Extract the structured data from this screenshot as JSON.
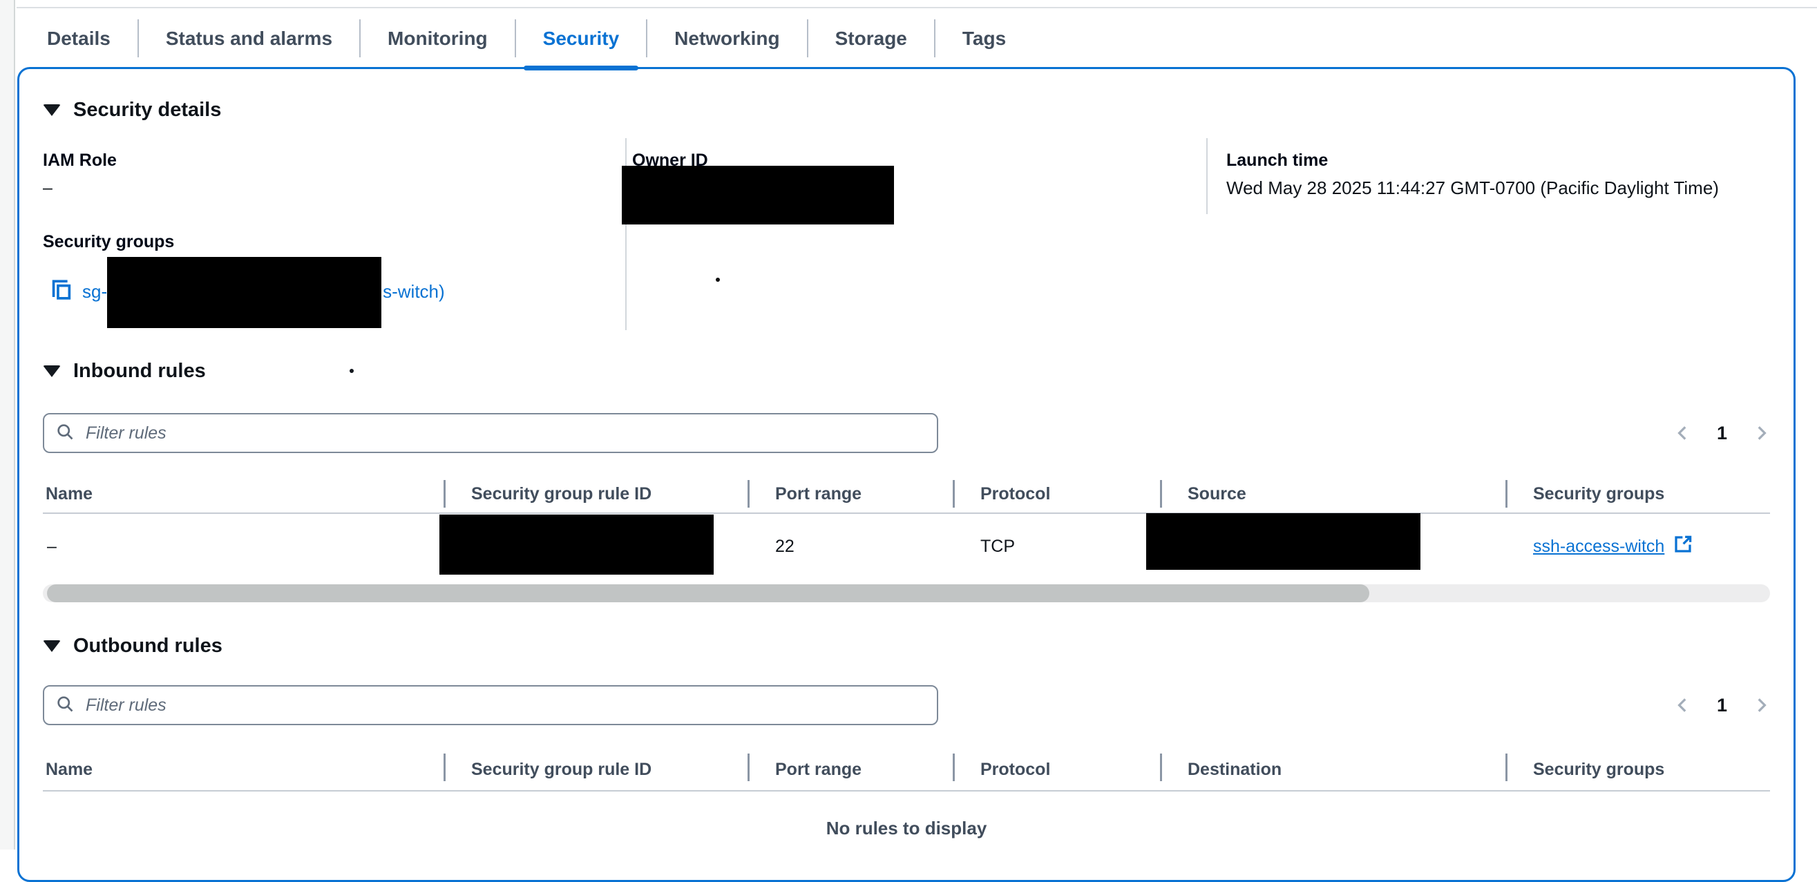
{
  "tabs": [
    {
      "label": "Details"
    },
    {
      "label": "Status and alarms"
    },
    {
      "label": "Monitoring"
    },
    {
      "label": "Security"
    },
    {
      "label": "Networking"
    },
    {
      "label": "Storage"
    },
    {
      "label": "Tags"
    }
  ],
  "security_details": {
    "title": "Security details",
    "iam_role_label": "IAM Role",
    "iam_role_value": "–",
    "security_groups_label": "Security groups",
    "sg_link_prefix": "sg-",
    "sg_link_suffix": "s-witch)",
    "owner_id_label": "Owner ID",
    "launch_time_label": "Launch time",
    "launch_time_value": "Wed May 28 2025 11:44:27 GMT-0700 (Pacific Daylight Time)"
  },
  "inbound": {
    "title": "Inbound rules",
    "filter_placeholder": "Filter rules",
    "page": "1",
    "columns": [
      "Name",
      "Security group rule ID",
      "Port range",
      "Protocol",
      "Source",
      "Security groups"
    ],
    "row": {
      "name": "–",
      "port_range": "22",
      "protocol": "TCP",
      "security_groups_link": "ssh-access-witch"
    }
  },
  "outbound": {
    "title": "Outbound rules",
    "filter_placeholder": "Filter rules",
    "page": "1",
    "columns": [
      "Name",
      "Security group rule ID",
      "Port range",
      "Protocol",
      "Destination",
      "Security groups"
    ],
    "empty_message": "No rules to display"
  },
  "colors": {
    "accent": "#0972d3",
    "link": "#0972d3",
    "tab_inactive_text": "#414d5c",
    "redaction": "#000000"
  }
}
